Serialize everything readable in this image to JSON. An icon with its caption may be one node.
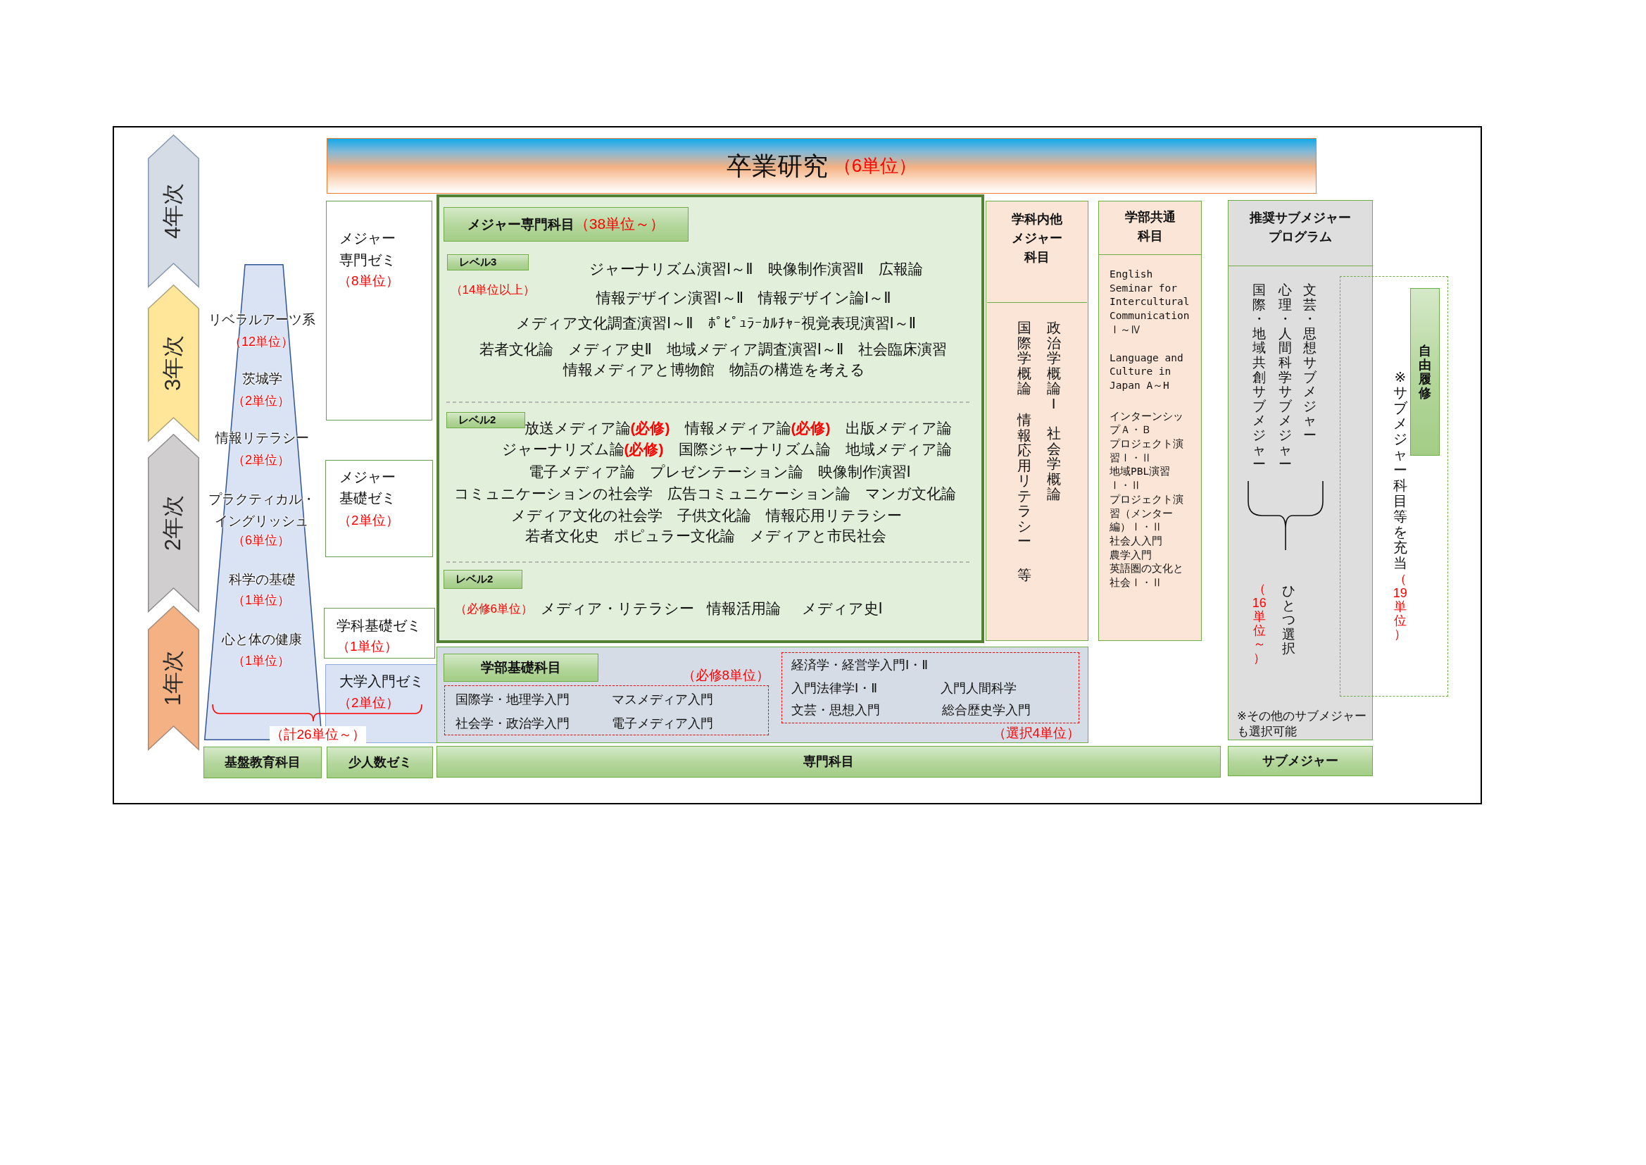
{
  "diagram": {
    "nodes": [
      {
        "text": [
          "4年次"
        ]
      },
      {
        "text": [
          "3年次"
        ]
      },
      {
        "text": [
          "2年次"
        ]
      },
      {
        "text": [
          "1年次"
        ]
      },
      {
        "text": [
          "卒業研究",
          "（6単位）"
        ]
      },
      {
        "text": [
          "リベラルアーツ系",
          "（12単位）",
          "茨城学",
          "（2単位）",
          "情報リテラシー",
          "（2単位）",
          "プラクティカル・イングリッシュ",
          "（6単位）",
          "科学の基礎",
          "（1単位）",
          "心と体の健康",
          "（1単位）"
        ]
      },
      {
        "text": [
          "メジャー専門ゼミ",
          "（8単位）"
        ]
      },
      {
        "text": [
          "メジャー基礎ゼミ",
          "（2単位）"
        ]
      },
      {
        "text": [
          "学科基礎ゼミ",
          "（1単位）"
        ]
      },
      {
        "text": [
          "大学入門ゼミ",
          "（2単位）"
        ]
      },
      {
        "text": [
          "ジャーナリズム演習Ⅰ～Ⅱ　映像制作演習Ⅱ　広報論",
          "情報デザイン演習Ⅰ～Ⅱ　情報デザイン論Ⅰ～Ⅱ",
          "メディア文化調査演習Ⅰ～Ⅱ　ﾎﾟﾋﾟｭﾗｰｶﾙﾁｬｰ視覚表現演習Ⅰ～Ⅱ",
          "若者文化論　メディア史Ⅱ　地域メディア調査演習Ⅰ～Ⅱ　社会臨床演習",
          "情報メディアと博物館　物語の構造を考える",
          "放送メディア論**(必修)**　情報メディア論**(必修)**　出版メディア論",
          "ジャーナリズム論**(必修)**　国際ジャーナリズム論　地域メディア論",
          "電子メディア論　プレゼンテーション論　映像制作演習Ⅰ",
          "コミュニケーションの社会学　広告コミュニケーション論　マンガ文化論",
          "メディア文化の社会学　子供文化論　情報応用リテラシー",
          "若者文化史　ポピュラー文化論　メディアと市民社会",
          "メディア・リテラシー",
          "情報活用論",
          "メディア史Ⅰ"
        ]
      },
      {
        "text": [
          "メジャー専門科目",
          "（38単位～）"
        ],
        "in": 10
      },
      {
        "text": [
          "レベル3"
        ],
        "in": 10,
        "beside": [
          "（14単位以上）"
        ]
      },
      {
        "text": [
          "レベル2"
        ],
        "in": 10
      },
      {
        "text": [
          "レベル2"
        ],
        "in": 10,
        "beside": [
          "（必修6単位）"
        ]
      },
      {
        "text": [],
        "shape": "box"
      },
      {
        "text": [
          "学部基礎科目"
        ],
        "in": 15
      },
      {
        "text": [
          "国際学・地理学入門",
          "マスメディア入門",
          "社会学・政治学入門",
          "電子メディア入門"
        ],
        "in": 15,
        "beside": [
          "（必修8単位）"
        ]
      },
      {
        "text": [
          "経済学・経営学入門Ⅰ・Ⅱ",
          "入門法律学Ⅰ・Ⅱ",
          "入門人間科学",
          "文芸・思想入門",
          "総合歴史学入門"
        ],
        "in": 15,
        "beside": [
          "（選択4単位）"
        ]
      },
      {
        "text": [
          "学科内他メジャー科目",
          "政治学概論Ⅰ",
          "社会学概論",
          "国際学概論",
          "情報応用リテラシー",
          "等"
        ]
      },
      {
        "text": [
          "学部共通科目",
          "English Seminar for Intercultural Communication Ⅰ～Ⅳ",
          "Language and Culture in Japan A～H",
          "インターンシップＡ・Ｂ",
          "プロジェクト演習Ⅰ・Ⅱ",
          "地域PBL演習Ⅰ・Ⅱ",
          "プロジェクト演習（メンター編）Ⅰ・Ⅱ",
          "社会人入門",
          "農学入門",
          "英語圏の文化と社会Ⅰ・Ⅱ"
        ]
      },
      {
        "text": [
          "推奨サブメジャープログラム",
          "文芸・思想サブメジャー",
          "心理・人間科学サブメジャー",
          "国際・地域共創サブメジャー",
          "ひとつ選択",
          "（16単位～）",
          "※その他のサブメジャーも選択可能"
        ]
      },
      {
        "text": [
          "※サブメジャー科目等を充当",
          "（19単位）"
        ]
      },
      {
        "text": [
          "自由履修"
        ],
        "in": 22
      },
      {
        "text": [
          "基盤教育科目"
        ]
      },
      {
        "text": [
          "少人数ゼミ"
        ]
      },
      {
        "text": [
          "専門科目"
        ]
      },
      {
        "text": [
          "サブメジャー"
        ]
      }
    ],
    "labels": [
      "（計26単位～）"
    ]
  }
}
